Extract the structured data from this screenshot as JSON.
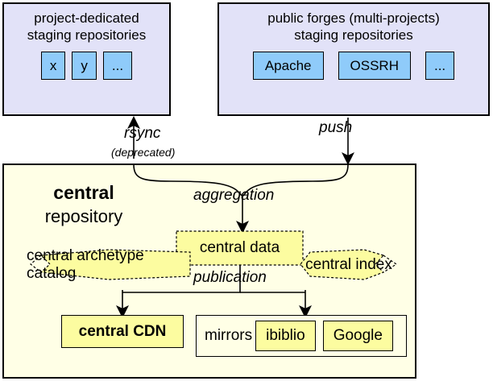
{
  "diagram": {
    "title": "Maven central repository aggregation and publication flow",
    "colors": {
      "staging_group_fill": "#e2e2f8",
      "staging_chip_fill": "#8fcbfa",
      "central_fill": "#ffffe6",
      "data_node_fill": "#fcfca0",
      "stroke": "#000000"
    }
  },
  "staging_groups": [
    {
      "id": "project-dedicated",
      "title": "project-dedicated\nstaging repositories",
      "chips": [
        {
          "label": "x"
        },
        {
          "label": "y"
        },
        {
          "label": "..."
        }
      ]
    },
    {
      "id": "public-forges",
      "title": "public forges (multi-projects)\nstaging repositories",
      "chips": [
        {
          "label": "Apache"
        },
        {
          "label": "OSSRH"
        },
        {
          "label": "..."
        }
      ]
    }
  ],
  "edges": [
    {
      "id": "rsync",
      "label": "rsync",
      "sublabel": "(deprecated)",
      "direction": "up"
    },
    {
      "id": "push",
      "label": "push",
      "sublabel": "",
      "direction": "down"
    },
    {
      "id": "aggregation",
      "label": "aggregation",
      "sublabel": "",
      "direction": "down"
    },
    {
      "id": "publication",
      "label": "publication",
      "sublabel": "",
      "direction": "down"
    }
  ],
  "central": {
    "title_bold": "central",
    "title_rest": "repository",
    "data_node": {
      "label": "central data"
    },
    "side_nodes": [
      {
        "id": "archetype-catalog",
        "label": "central archetype catalog"
      },
      {
        "id": "central-index",
        "label": "central index"
      }
    ],
    "outputs": [
      {
        "id": "central-cdn",
        "label": "central CDN",
        "bold": true
      },
      {
        "id": "mirrors",
        "label": "mirrors",
        "bold": false,
        "children": [
          {
            "label": "ibiblio"
          },
          {
            "label": "Google"
          }
        ]
      }
    ]
  }
}
